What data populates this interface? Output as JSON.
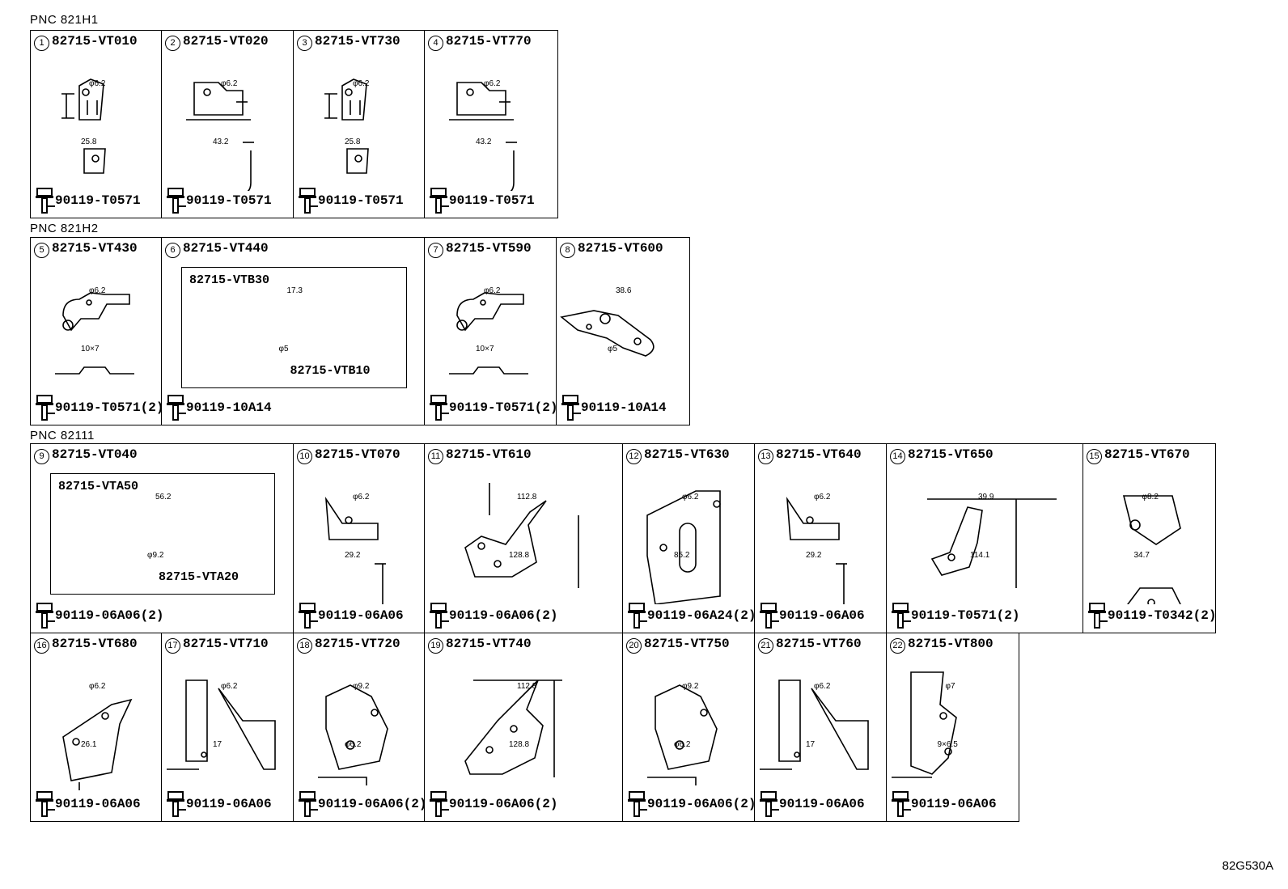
{
  "pnc_groups": [
    "PNC 821H1",
    "PNC 821H2",
    "PNC 82111"
  ],
  "diagram_code": "82G530A",
  "cells": [
    {
      "no": "1",
      "part": "82715-VT010",
      "bolt": "90119-T0571",
      "dims": [
        "φ6.2",
        "25.8"
      ]
    },
    {
      "no": "2",
      "part": "82715-VT020",
      "bolt": "90119-T0571",
      "dims": [
        "φ6.2",
        "43.2"
      ]
    },
    {
      "no": "3",
      "part": "82715-VT730",
      "bolt": "90119-T0571",
      "dims": [
        "φ6.2",
        "25.8"
      ]
    },
    {
      "no": "4",
      "part": "82715-VT770",
      "bolt": "90119-T0571",
      "dims": [
        "φ6.2",
        "43.2"
      ]
    },
    {
      "no": "5",
      "part": "82715-VT430",
      "bolt": "90119-T0571(2)",
      "dims": [
        "φ6.2",
        "10×7"
      ]
    },
    {
      "no": "6",
      "part": "82715-VT440",
      "bolt": "90119-10A14",
      "subparts": [
        "82715-VTB30",
        "82715-VTB10"
      ],
      "dims": [
        "17.3",
        "φ5"
      ]
    },
    {
      "no": "7",
      "part": "82715-VT590",
      "bolt": "90119-T0571(2)",
      "dims": [
        "φ6.2",
        "10×7"
      ]
    },
    {
      "no": "8",
      "part": "82715-VT600",
      "bolt": "90119-10A14",
      "dims": [
        "38.6",
        "φ5"
      ]
    },
    {
      "no": "9",
      "part": "82715-VT040",
      "bolt": "90119-06A06(2)",
      "subparts": [
        "82715-VTA50",
        "82715-VTA20"
      ],
      "dims": [
        "56.2",
        "φ9.2"
      ]
    },
    {
      "no": "10",
      "part": "82715-VT070",
      "bolt": "90119-06A06",
      "dims": [
        "φ6.2",
        "29.2"
      ]
    },
    {
      "no": "11",
      "part": "82715-VT610",
      "bolt": "90119-06A06(2)",
      "dims": [
        "112.8",
        "128.8"
      ]
    },
    {
      "no": "12",
      "part": "82715-VT630",
      "bolt": "90119-06A24(2)",
      "dims": [
        "φ6.2",
        "85.2"
      ]
    },
    {
      "no": "13",
      "part": "82715-VT640",
      "bolt": "90119-06A06",
      "dims": [
        "φ6.2",
        "29.2"
      ]
    },
    {
      "no": "14",
      "part": "82715-VT650",
      "bolt": "90119-T0571(2)",
      "dims": [
        "39.9",
        "114.1"
      ]
    },
    {
      "no": "15",
      "part": "82715-VT670",
      "bolt": "90119-T0342(2)",
      "dims": [
        "φ8.2",
        "34.7"
      ]
    },
    {
      "no": "16",
      "part": "82715-VT680",
      "bolt": "90119-06A06",
      "dims": [
        "φ6.2",
        "26.1"
      ]
    },
    {
      "no": "17",
      "part": "82715-VT710",
      "bolt": "90119-06A06",
      "dims": [
        "φ6.2",
        "17"
      ]
    },
    {
      "no": "18",
      "part": "82715-VT720",
      "bolt": "90119-06A06(2)",
      "dims": [
        "φ9.2",
        "φ6.2"
      ]
    },
    {
      "no": "19",
      "part": "82715-VT740",
      "bolt": "90119-06A06(2)",
      "dims": [
        "112.8",
        "128.8"
      ]
    },
    {
      "no": "20",
      "part": "82715-VT750",
      "bolt": "90119-06A06(2)",
      "dims": [
        "φ9.2",
        "φ6.2"
      ]
    },
    {
      "no": "21",
      "part": "82715-VT760",
      "bolt": "90119-06A06",
      "dims": [
        "φ6.2",
        "17"
      ]
    },
    {
      "no": "22",
      "part": "82715-VT800",
      "bolt": "90119-06A06",
      "dims": [
        "φ7",
        "9×6.5"
      ]
    }
  ]
}
